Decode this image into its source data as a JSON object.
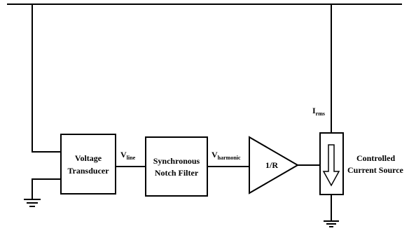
{
  "diagram": {
    "blocks": {
      "voltage_transducer": {
        "line1": "Voltage",
        "line2": "Transducer"
      },
      "notch_filter": {
        "line1": "Synchronous",
        "line2": "Notch Filter"
      },
      "gain": {
        "label": "1/R"
      },
      "current_source": {
        "line1": "Controlled",
        "line2": "Current Source"
      }
    },
    "signals": {
      "v_line": {
        "main": "V",
        "sub": "line"
      },
      "v_harmonic": {
        "main": "V",
        "sub": "harmonic"
      },
      "i_rms": {
        "main": "I",
        "sub": "rms"
      }
    }
  }
}
